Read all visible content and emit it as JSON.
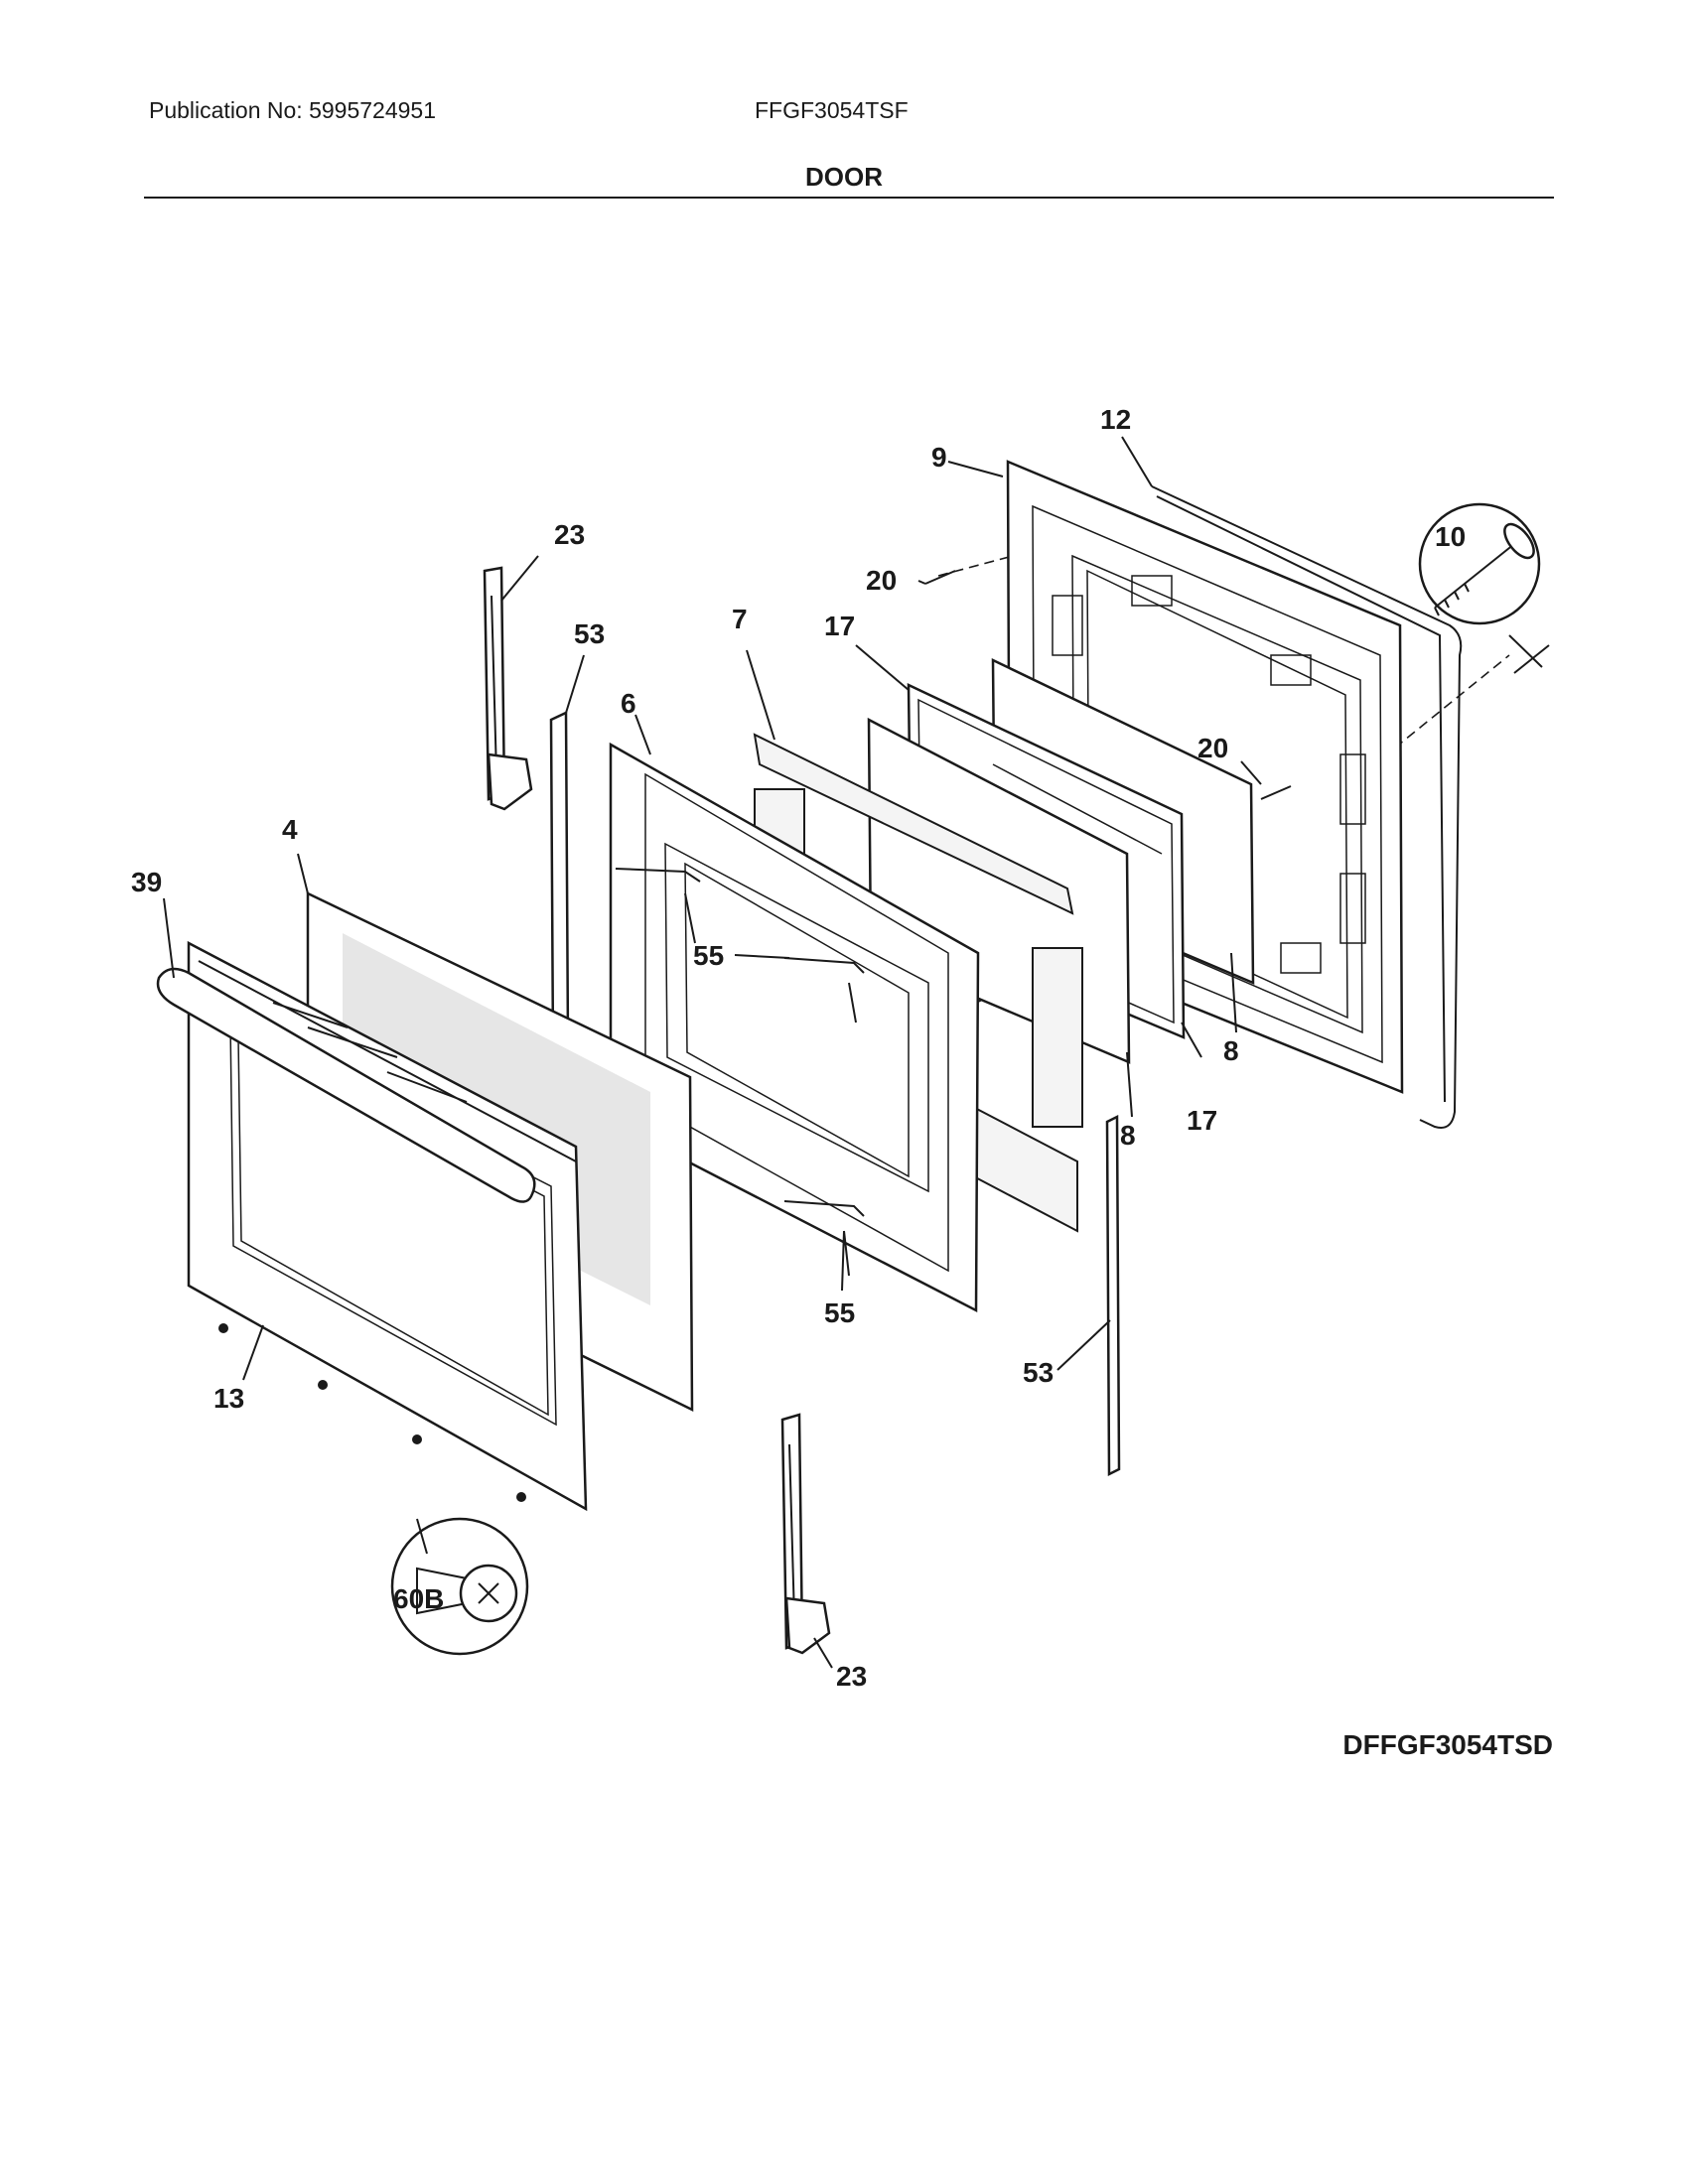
{
  "header": {
    "publication": "Publication No: 5995724951",
    "model": "FFGF3054TSF",
    "section": "DOOR"
  },
  "diagram_code": "DFFGF3054TSD",
  "callouts": {
    "c12": "12",
    "c9": "9",
    "c10": "10",
    "c23a": "23",
    "c20a": "20",
    "c53a": "53",
    "c7": "7",
    "c17a": "17",
    "c6": "6",
    "c20b": "20",
    "c4": "4",
    "c39": "39",
    "c55a": "55",
    "c8a": "8",
    "c8b": "8",
    "c17b": "17",
    "c55b": "55",
    "c53b": "53",
    "c13": "13",
    "c60b": "60B",
    "c23b": "23"
  }
}
